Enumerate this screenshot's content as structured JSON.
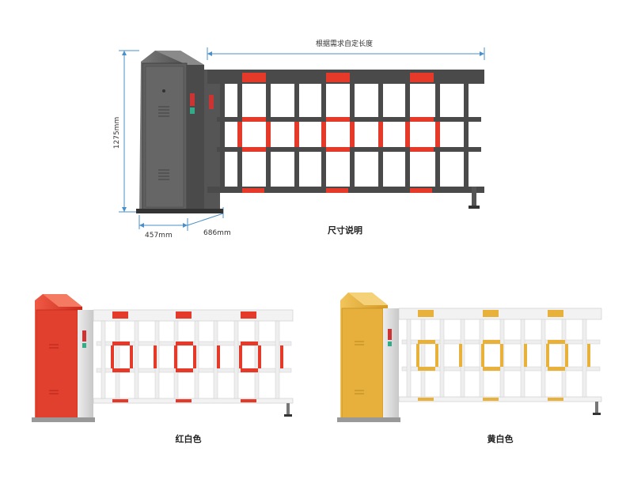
{
  "dimensions": {
    "length_note": "根据需求自定长度",
    "height": "1275mm",
    "width": "457mm",
    "depth": "686mm"
  },
  "captions": {
    "size_description": "尺寸说明",
    "red_white": "红白色",
    "yellow_white": "黄白色"
  },
  "colors": {
    "dark_cabinet": "#5a5a5a",
    "dark_arm": "#4a4a4a",
    "accent_red": "#e53a2a",
    "accent_yellow": "#e8b13a",
    "white_frame": "#f2f2f2",
    "dim_line": "#4a8fc7"
  }
}
